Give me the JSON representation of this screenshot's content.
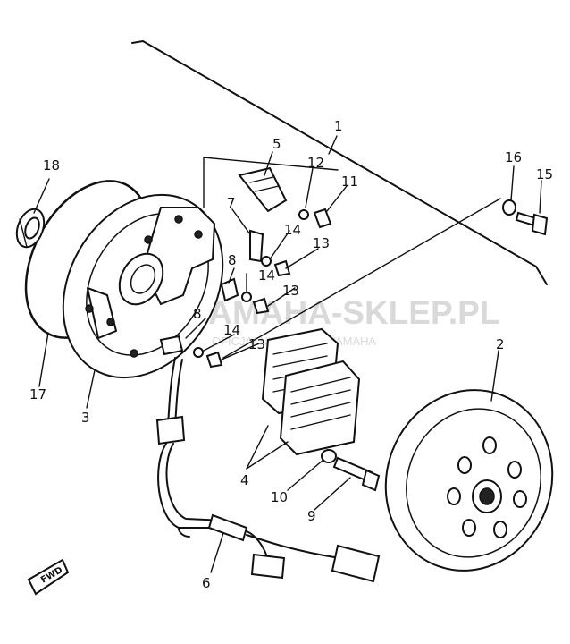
{
  "callouts": {
    "n1": "1",
    "n2": "2",
    "n3": "3",
    "n4": "4",
    "n5": "5",
    "n6": "6",
    "n7": "7",
    "n8a": "8",
    "n8b": "8",
    "n9": "9",
    "n10": "10",
    "n11": "11",
    "n12": "12",
    "n13a": "13",
    "n13b": "13",
    "n13c": "13",
    "n14a": "14",
    "n14b": "14",
    "n14c": "14",
    "n15": "15",
    "n16": "16",
    "n17": "17",
    "n18": "18"
  },
  "direction_tag": "FWD",
  "watermark": {
    "main": "YAMAHA-SKLEP.PL",
    "sub": "OFICJALNY DEALER YAMAHA"
  },
  "colors": {
    "ink": "#111111",
    "watermark": "#d9d9d9",
    "background": "#ffffff"
  }
}
